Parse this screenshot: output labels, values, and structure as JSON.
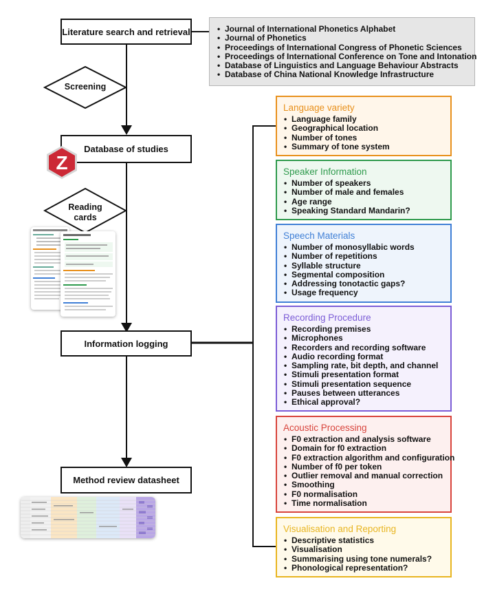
{
  "flow": {
    "literature_search": "Literature search and retrieval",
    "screening": "Screening",
    "database": "Database of studies",
    "reading_cards": [
      "Reading",
      "cards"
    ],
    "info_logging": "Information logging",
    "method_review": "Method review datasheet"
  },
  "sources": [
    "Journal of International Phonetics Alphabet",
    "Journal of Phonetics",
    "Proceedings of International Congress of Phonetic Sciences",
    "Proceedings of International Conference on Tone and Intonation",
    "Database of Linguistics and Language Behaviour Abstracts",
    "Database of China National Knowledge Infrastructure"
  ],
  "categories": [
    {
      "title": "Language variety",
      "color": "#e8901c",
      "bg": "#fff6ea",
      "items": [
        "Language family",
        "Geographical location",
        "Number of tones",
        "Summary of tone system"
      ]
    },
    {
      "title": "Speaker Information",
      "color": "#2e9a4c",
      "bg": "#eef8f0",
      "items": [
        "Number of speakers",
        "Number of male and females",
        "Age range",
        "Speaking Standard Mandarin?"
      ]
    },
    {
      "title": "Speech Materials",
      "color": "#3f7fd6",
      "bg": "#eef4fc",
      "items": [
        "Number of monosyllabic words",
        "Number of repetitions",
        "Syllable structure",
        "Segmental composition",
        "Addressing tonotactic gaps?",
        "Usage frequency"
      ]
    },
    {
      "title": "Recording Procedure",
      "color": "#7b5cd6",
      "bg": "#f5f1fd",
      "items": [
        "Recording premises",
        "Microphones",
        "Recorders and recording software",
        "Audio recording format",
        "Sampling rate, bit depth, and channel",
        "Stimuli presentation format",
        "Stimuli presentation sequence",
        "Pauses between utterances",
        "Ethical approval?"
      ]
    },
    {
      "title": "Acoustic Processing",
      "color": "#d8433b",
      "bg": "#fdf0ef",
      "items": [
        "F0 extraction and analysis software",
        "Domain for f0 extraction",
        "F0 extraction algorithm and configuration",
        "Number of f0 per token",
        "Outlier removal and manual correction",
        "Smoothing",
        "F0 normalisation",
        "Time normalisation"
      ]
    },
    {
      "title": "Visualisation and Reporting",
      "color": "#e8b520",
      "bg": "#fffaea",
      "items": [
        "Descriptive statistics",
        "Visualisation",
        "Summarising using tone numerals?",
        " Phonological representation?"
      ]
    }
  ],
  "icons": {
    "zotero": "zotero-icon",
    "zotero_letter": "Z",
    "zotero_color": "#cc2936"
  }
}
